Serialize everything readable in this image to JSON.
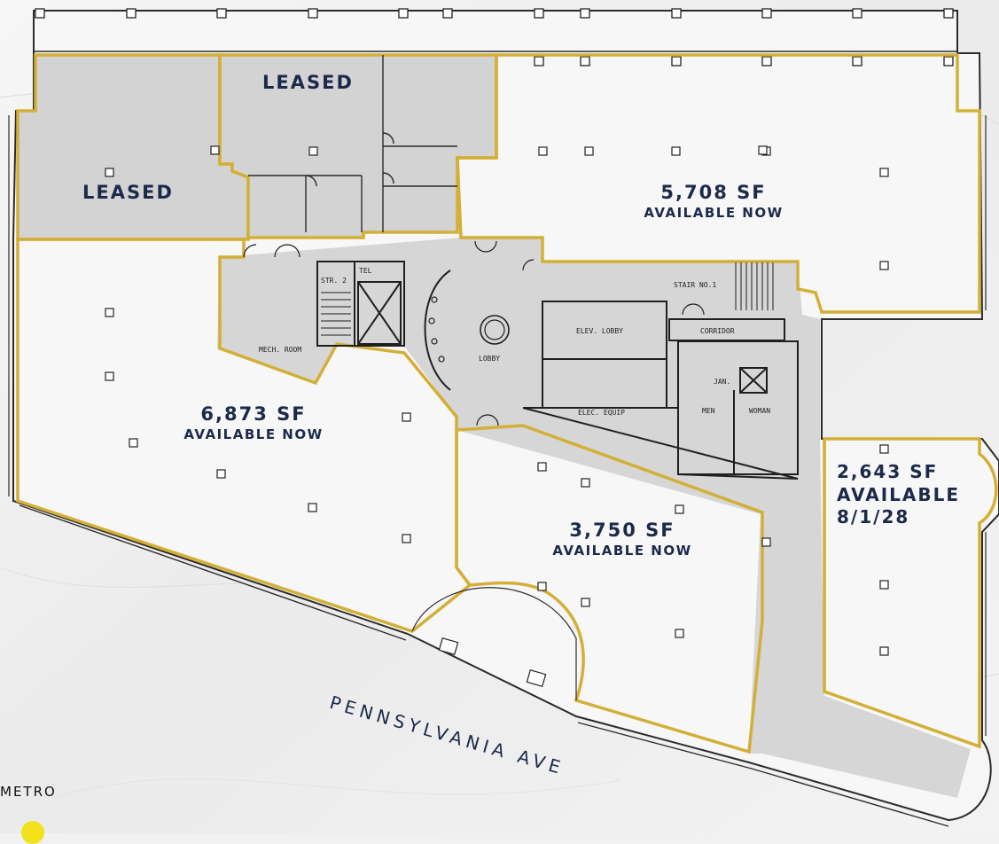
{
  "spaces": {
    "leased_top": "LEASED",
    "leased_left": "LEASED",
    "space_5708": {
      "area": "5,708 SF",
      "status": "AVAILABLE NOW"
    },
    "space_6873": {
      "area": "6,873 SF",
      "status": "AVAILABLE NOW"
    },
    "space_3750": {
      "area": "3,750 SF",
      "status": "AVAILABLE NOW"
    },
    "space_2643": {
      "area": "2,643 SF",
      "status": "AVAILABLE",
      "date": "8/1/28"
    }
  },
  "rooms": {
    "str": "STR. 2",
    "tel": "TEL",
    "stair1": "STAIR NO.1",
    "mech": "MECH. ROOM",
    "elev_lobby": "ELEV. LOBBY",
    "corridor": "CORRIDOR",
    "lobby": "LOBBY",
    "jan": "JAN.",
    "elec": "ELEC. EQUIP",
    "men": "MEN",
    "woman": "WOMAN"
  },
  "street": "PENNSYLVANIA AVE",
  "metro": "METRO",
  "colors": {
    "outline": "#d4af37",
    "leased_fill": "#d3d3d3",
    "core_fill": "#d6d6d6",
    "label": "#1b2a4a",
    "metro_dot": "#f2e21b"
  }
}
